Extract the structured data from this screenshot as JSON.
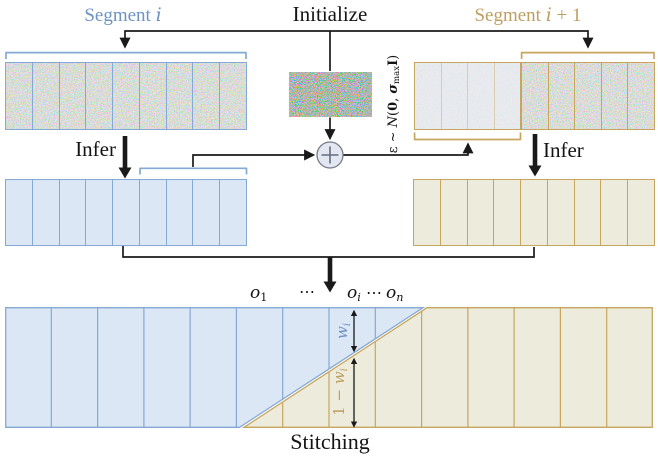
{
  "title_row": {
    "segment_i": {
      "prefix": "Segment ",
      "var": "i"
    },
    "initialize": "Initialize",
    "segment_i_plus_1": {
      "prefix": "Segment ",
      "var": "i",
      "suffix": " + 1"
    }
  },
  "noise_label": {
    "p1": "ε ~ ",
    "n": "N",
    "open": "(",
    "zero": "0",
    "comma": ", ",
    "sigma": "σ",
    "sub": "max",
    "identity": "I",
    "close": ")"
  },
  "infer_left": "Infer",
  "infer_right": "Infer",
  "outputs": {
    "base": "o",
    "sub_1": "1",
    "dots_a": "⋯",
    "sub_i": "i",
    "dots_b": "⋯",
    "sub_n": "n"
  },
  "weights": {
    "w_top": {
      "base": "w",
      "sub": "i"
    },
    "w_bottom": {
      "prefix": "1 − ",
      "base": "w",
      "sub": "i"
    }
  },
  "stitching": "Stitching",
  "blocks": {
    "noisy_segment_i": {
      "cells": 9
    },
    "faded_overlap": {
      "cells": 4
    },
    "noisy_segment_i_plus_1": {
      "cells": 5
    },
    "inferred_segment_i": {
      "cells": 9
    },
    "inferred_segment_i_plus_1": {
      "cells": 9
    },
    "stitched_output": {
      "columns": 14
    }
  },
  "colors": {
    "blue_text": "#6b93c4",
    "blue_border": "#84a9d4",
    "blue_fill": "#dbe7f4",
    "tan_text": "#bd9f60",
    "tan_border": "#c8a55e",
    "tan_fill": "#ecebdc",
    "arrow": "#1a1a1a"
  }
}
